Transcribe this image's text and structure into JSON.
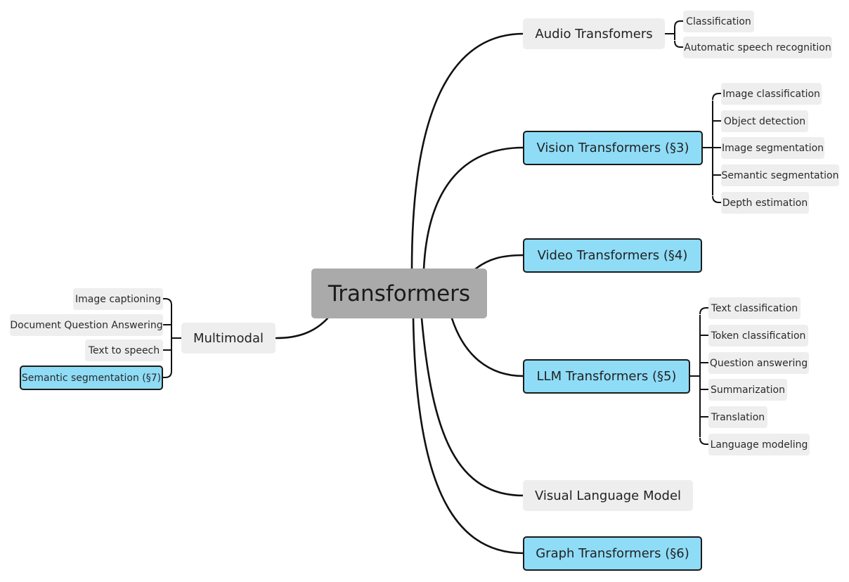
{
  "root": {
    "label": "Transformers"
  },
  "branches": {
    "audio": {
      "label": "Audio Transfomers",
      "children": [
        "Classification",
        "Automatic speech recognition"
      ]
    },
    "vision": {
      "label": "Vision Transformers (§3)",
      "children": [
        "Image classification",
        "Object detection",
        "Image segmentation",
        "Semantic segmentation",
        "Depth estimation"
      ]
    },
    "video": {
      "label": "Video Transformers (§4)"
    },
    "llm": {
      "label": "LLM Transformers (§5)",
      "children": [
        "Text classification",
        "Token classification",
        "Question answering",
        "Summarization",
        "Translation",
        "Language modeling"
      ]
    },
    "vlm": {
      "label": "Visual Language Model"
    },
    "graph": {
      "label": "Graph Transformers (§6)"
    },
    "multimodal": {
      "label": "Multimodal",
      "children": [
        "Image captioning",
        "Document Question Answering",
        "Text to speech",
        "Semantic segmentation (§7)"
      ]
    }
  },
  "colors": {
    "highlight": "#8fdcf7",
    "plain_node": "#eeeeee",
    "root_node": "#aaaaaa",
    "edge": "#111111"
  }
}
